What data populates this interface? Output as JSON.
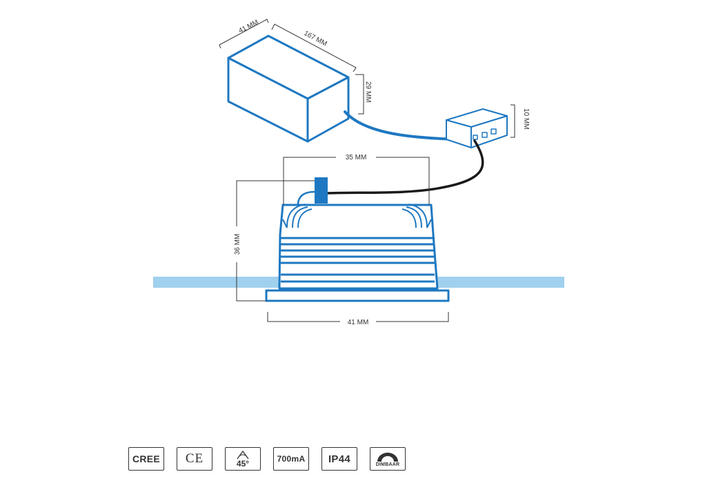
{
  "colors": {
    "outline_blue": "#1e78c1",
    "wire_black": "#1a1a1a",
    "ceiling_blue": "#9fd0ee",
    "dim_line": "#333333"
  },
  "dimensions": {
    "driver_depth": "41 MM",
    "driver_length": "167 MM",
    "driver_height": "29 MM",
    "connector_height": "10 MM",
    "fixture_width": "35 MM",
    "fixture_height": "36 MM",
    "flange_width": "41 MM"
  },
  "badges": {
    "cree": "CREE",
    "ce": "CE",
    "angle": "45°",
    "current": "700mA",
    "ip": "IP44",
    "dimmable": "DIMBAAR"
  },
  "icons": {
    "angle": "beam-angle-icon",
    "dimmable": "dimmer-arc-icon"
  }
}
